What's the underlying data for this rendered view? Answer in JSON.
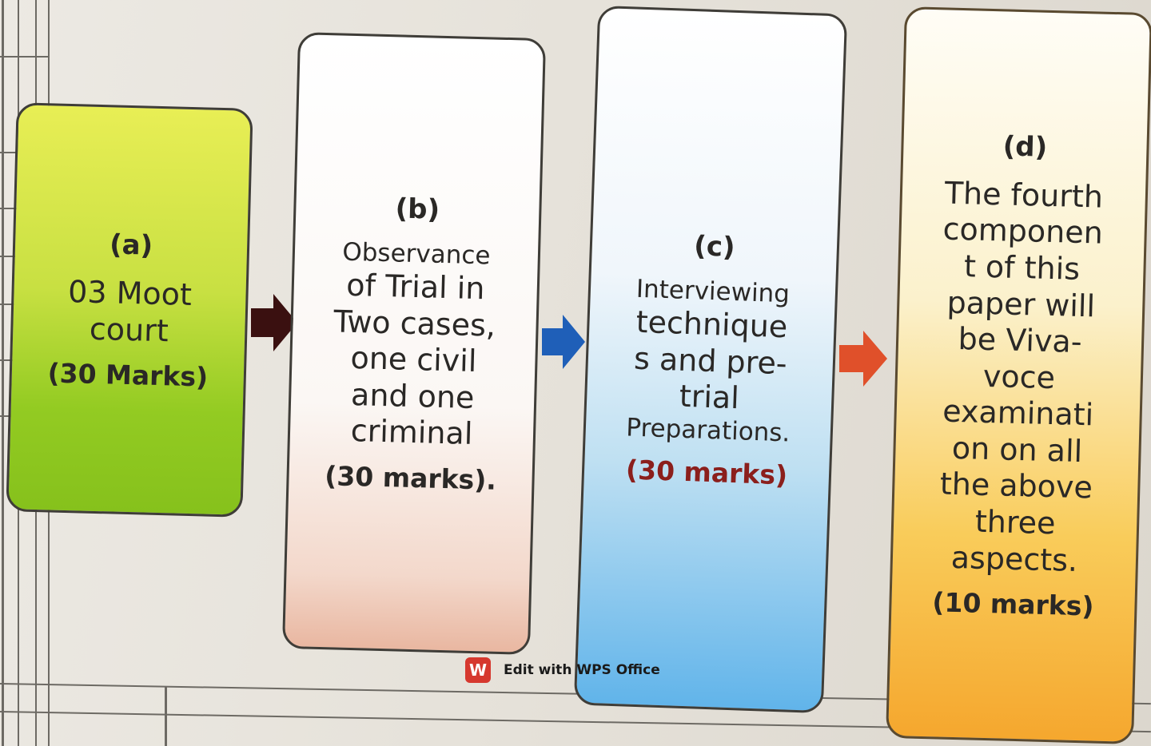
{
  "boxes": [
    {
      "label": "(a)",
      "lines": [
        "03 Moot",
        "court"
      ],
      "marks": "(30 Marks)"
    },
    {
      "label": "(b)",
      "lines": [
        "Observance",
        "of Trial in",
        "Two cases,",
        "one civil",
        "and one",
        "criminal"
      ],
      "marks": "(30 marks)."
    },
    {
      "label": "(c)",
      "lines": [
        "Interviewing",
        "technique",
        "s and pre-",
        "trial",
        "Preparations."
      ],
      "marks": "(30 marks)"
    },
    {
      "label": "(d)",
      "lines": [
        "The fourth",
        "componen",
        "t of this",
        "paper will",
        "be Viva-",
        "voce",
        "examinati",
        "on on all",
        "the above",
        "three",
        "aspects."
      ],
      "marks": "(10 marks)"
    }
  ],
  "arrows": [
    {
      "icon": "arrow-right-icon",
      "color": "#3a1010"
    },
    {
      "icon": "arrow-right-icon",
      "color": "#1f5fb8"
    },
    {
      "icon": "arrow-right-icon",
      "color": "#e0502a"
    }
  ],
  "watermark": {
    "icon": "wps-logo-icon",
    "logo_text": "W",
    "text": "Edit with WPS Office"
  }
}
